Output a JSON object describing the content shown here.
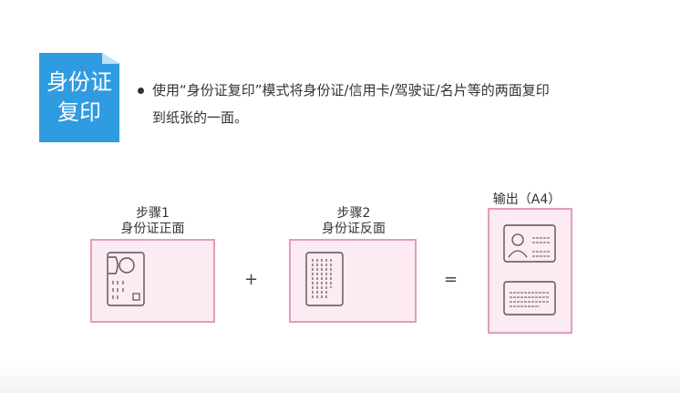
{
  "badge": {
    "line1": "身份证",
    "line2": "复印"
  },
  "description": {
    "line1": "使用“身份证复印”模式将身份证/信用卡/驾驶证/名片等的两面复印",
    "line2": "到纸张的一面。"
  },
  "step1": {
    "title": "步骤1",
    "subtitle": "身份证正面"
  },
  "step2": {
    "title": "步骤2",
    "subtitle": "身份证反面"
  },
  "output": {
    "title": "输出（A4）"
  },
  "operators": {
    "plus": "+",
    "equals": "="
  },
  "colors": {
    "badge_bg": "#2f9be0",
    "box_fill": "#fcebf2",
    "box_border": "#e69bbd",
    "card_stroke": "#555555"
  },
  "icons": [
    "id-card-front-icon",
    "id-card-back-icon",
    "output-card-front-icon",
    "output-card-back-icon"
  ]
}
